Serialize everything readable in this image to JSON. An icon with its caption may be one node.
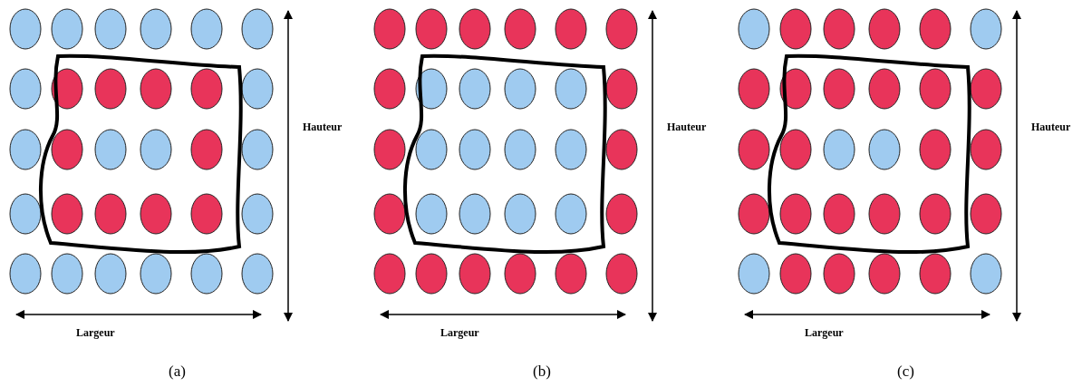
{
  "diagram": {
    "labels": [
      "Hauteur",
      "Hauteur",
      "Hauteur",
      "Largeur",
      "Largeur",
      "Largeur",
      "(a)",
      "(b)",
      "(c)"
    ]
  }
}
